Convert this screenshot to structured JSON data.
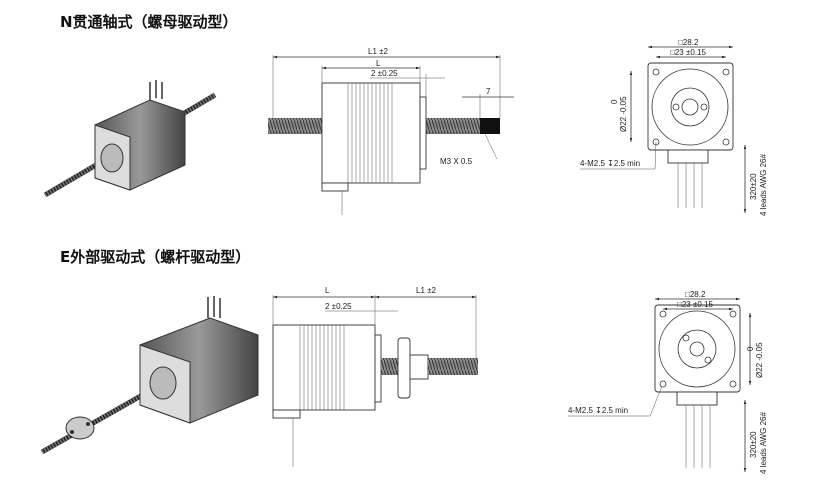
{
  "sections": [
    {
      "title": "N贯通轴式（螺母驱动型）",
      "side_view": {
        "overall_length": "L1 ±2",
        "body_length": "L",
        "pilot": "2 ±0.25",
        "tip_length": "7",
        "thread": "M3 X 0.5"
      },
      "front_view": {
        "flange": "□28.2",
        "hole_spacing": "□23 ±0.15",
        "pilot_diameter": "Ø22 -0.05",
        "pilot_tol_upper": "0",
        "mount_holes": "4-M2.5 ↧2.5 min",
        "lead_length": "320±20",
        "leads": "4 leads AWG 26#"
      }
    },
    {
      "title": "E外部驱动式（螺杆驱动型）",
      "side_view": {
        "overall_length": "L1 ±2",
        "body_length": "L",
        "pilot": "2 ±0.25"
      },
      "front_view": {
        "flange": "□28.2",
        "hole_spacing": "□23 ±0.15",
        "pilot_diameter": "Ø22 -0.05",
        "pilot_tol_upper": "0",
        "mount_holes": "4-M2.5 ↧2.5 min",
        "lead_length": "320±20",
        "leads": "4 leads AWG 26#"
      }
    }
  ]
}
